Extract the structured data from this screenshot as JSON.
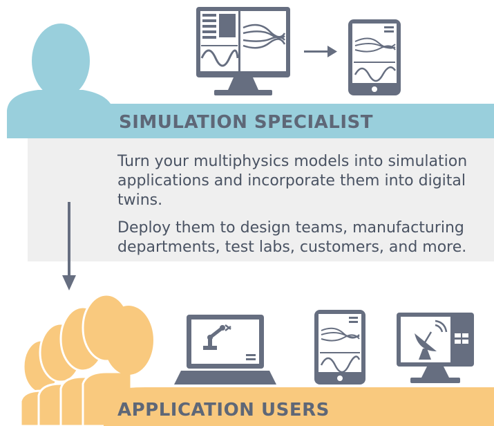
{
  "specialist": {
    "title": "SIMULATION SPECIALIST",
    "description_1": "Turn your multiphysics models into simulation applications and incorporate them into digital twins.",
    "description_2": "Deploy them to design teams, manufacturing departments, test labs, customers, and more."
  },
  "users": {
    "title": "APPLICATION USERS"
  },
  "colors": {
    "specialist_blue": "#99cfdc",
    "users_orange": "#f9c97e",
    "panel_gray": "#efefef",
    "device_gray": "#666e80",
    "text_gray": "#4a5363"
  },
  "icons": [
    "specialist-person-icon",
    "desktop-monitor-icon",
    "right-arrow-icon",
    "tablet-icon",
    "down-arrow-icon",
    "user-group-icon",
    "laptop-robot-arm-icon",
    "tablet-icon",
    "satellite-monitor-icon"
  ]
}
